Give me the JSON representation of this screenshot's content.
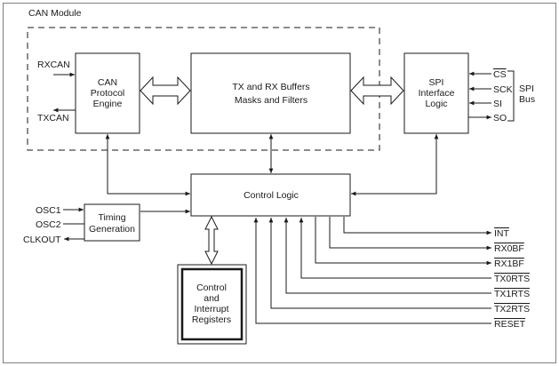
{
  "frame": {
    "module_title": "CAN Module"
  },
  "blocks": {
    "can_engine": [
      "CAN",
      "Protocol",
      "Engine"
    ],
    "buffers": [
      "TX and RX Buffers",
      "Masks and Filters"
    ],
    "spi_logic": [
      "SPI",
      "Interface",
      "Logic"
    ],
    "control_logic": "Control Logic",
    "timing": [
      "Timing",
      "Generation"
    ],
    "registers": [
      "Control",
      "and",
      "Interrupt",
      "Registers"
    ]
  },
  "can_signals": {
    "rx": "RXCAN",
    "tx": "TXCAN"
  },
  "spi_signals": [
    "CS",
    "SCK",
    "SI",
    "SO"
  ],
  "spi_bus_label": [
    "SPI",
    "Bus"
  ],
  "clock_signals": [
    "OSC1",
    "OSC2",
    "CLKOUT"
  ],
  "control_outputs": [
    "INT",
    "RX0BF",
    "RX1BF",
    "TX0RTS",
    "TX1RTS",
    "TX2RTS",
    "RESET"
  ],
  "colors": {
    "line": "#1a1a1a",
    "frame": "#808080",
    "box_fill": "#ffffff"
  }
}
